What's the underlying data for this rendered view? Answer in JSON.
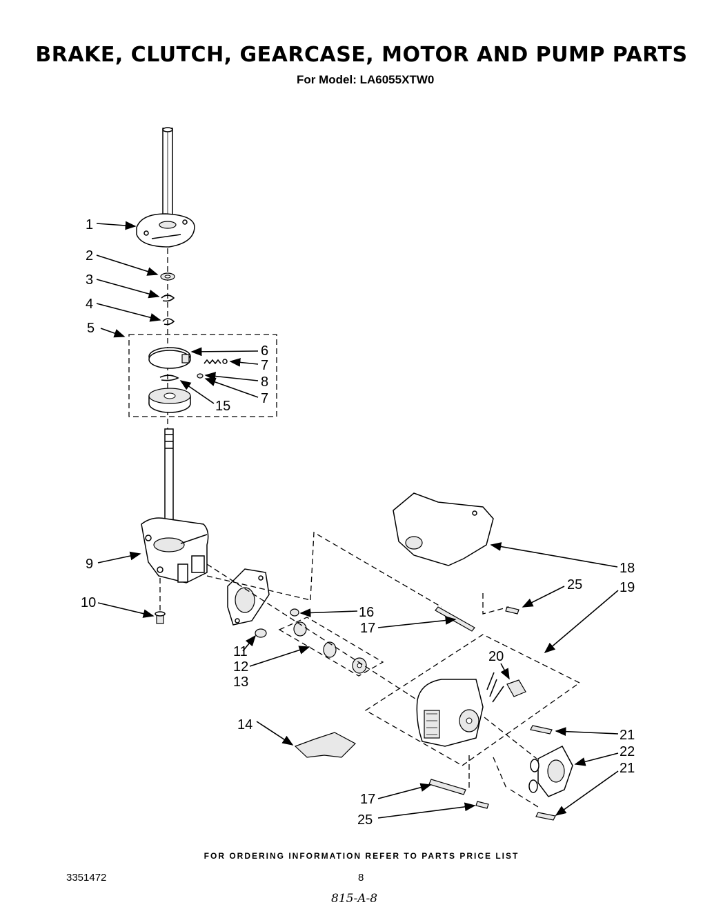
{
  "header": {
    "title": "BRAKE, CLUTCH, GEARCASE, MOTOR AND PUMP PARTS",
    "model_line": "For Model: LA6055XTW0"
  },
  "footer": {
    "ordering_note": "FOR ORDERING INFORMATION REFER TO PARTS PRICE LIST",
    "doc_number": "3351472",
    "page_number": "8",
    "handwritten_note": "815-A-8"
  },
  "callouts": {
    "c1": "1",
    "c2": "2",
    "c3": "3",
    "c4": "4",
    "c5": "5",
    "c6": "6",
    "c7a": "7",
    "c8": "8",
    "c7b": "7",
    "c15": "15",
    "c9": "9",
    "c10": "10",
    "c11": "11",
    "c12": "12",
    "c13": "13",
    "c14": "14",
    "c16": "16",
    "c17a": "17",
    "c17b": "17",
    "c18": "18",
    "c19": "19",
    "c20": "20",
    "c21a": "21",
    "c21b": "21",
    "c22": "22",
    "c25a": "25",
    "c25b": "25"
  }
}
